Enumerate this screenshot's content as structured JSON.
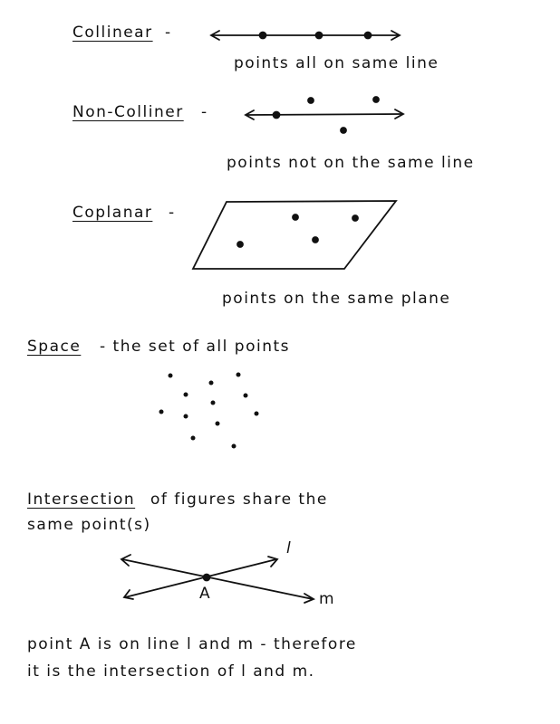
{
  "collinear": {
    "term": "Collinear",
    "dash": "-",
    "definition": "points all on same line"
  },
  "noncollinear": {
    "term": "Non-Colliner",
    "dash": "-",
    "definition": "points not on the same line"
  },
  "coplanar": {
    "term": "Coplanar",
    "dash": "-",
    "definition": "points on the same plane"
  },
  "space": {
    "term": "Space",
    "definition": "- the set of all points"
  },
  "intersection": {
    "term": "Intersection",
    "definition_line1": "of figures share the",
    "definition_line2": "same point(s)",
    "label_l": "l",
    "label_a": "A",
    "label_m": "m",
    "example_line1": "point A is on line l and m - therefore",
    "example_line2": "it is the intersection of l and m."
  }
}
